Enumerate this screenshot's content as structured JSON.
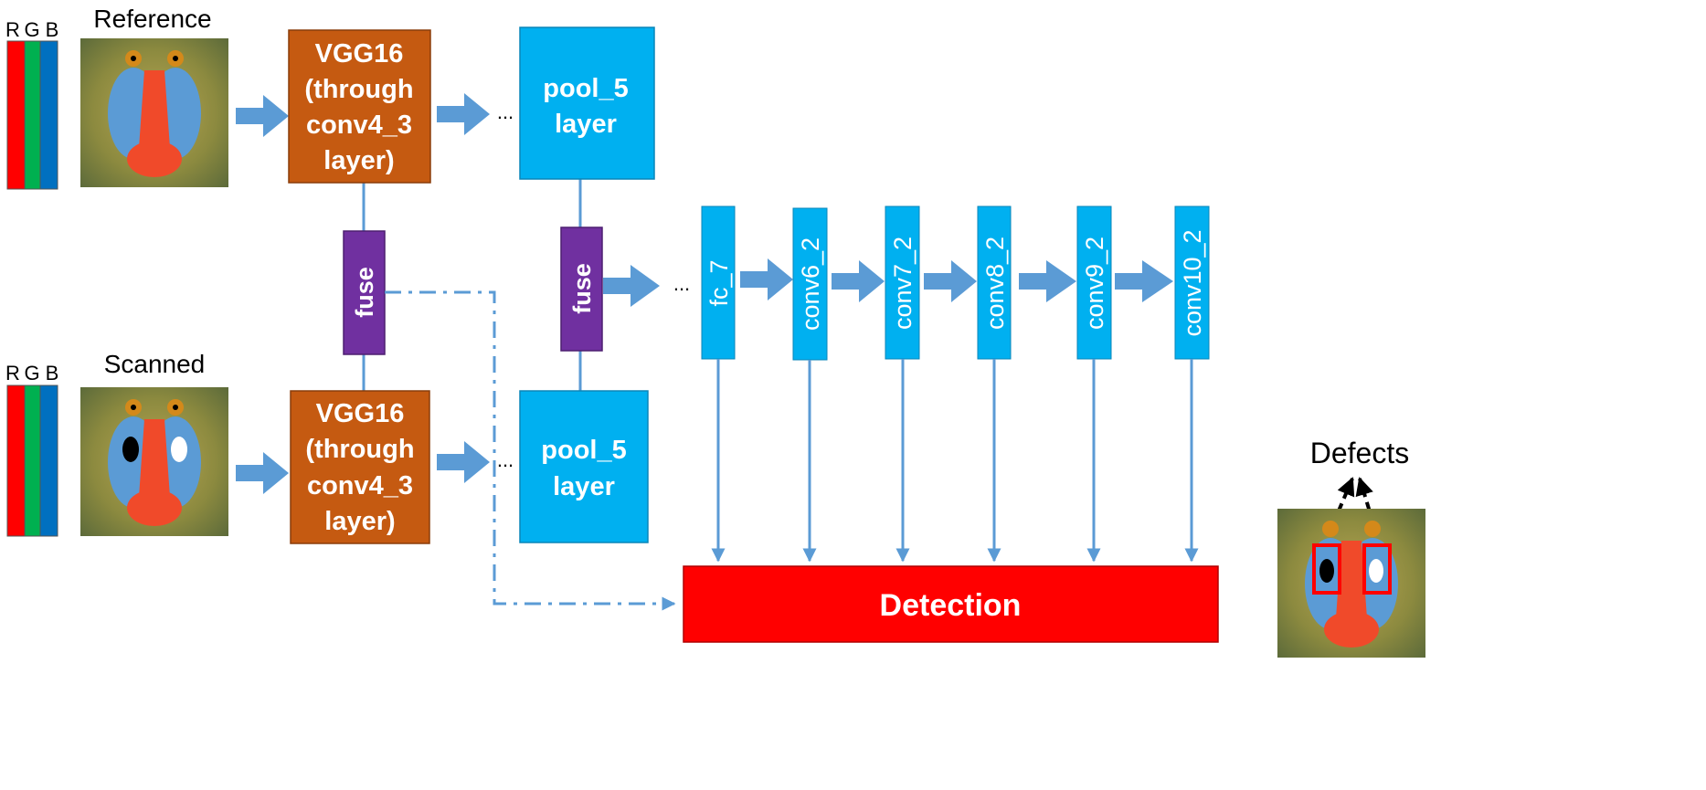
{
  "colors": {
    "vgg": "#c55a11",
    "pool": "#00b0f0",
    "fuse": "#7030a0",
    "conv": "#00b0f0",
    "detection": "#ff0000",
    "arrow": "#5b9bd5",
    "channel_r": "#ff0000",
    "channel_g": "#00b050",
    "channel_b": "#0070c0",
    "defect_box": "#ff0000"
  },
  "reference": {
    "title": "Reference",
    "channels": [
      "R",
      "G",
      "B"
    ]
  },
  "scanned": {
    "title": "Scanned",
    "channels": [
      "R",
      "G",
      "B"
    ]
  },
  "vgg_top": {
    "lines": [
      "VGG16",
      "(through",
      "conv4_3",
      "layer)"
    ]
  },
  "vgg_bottom": {
    "lines": [
      "VGG16",
      "(through",
      "conv4_3",
      "layer)"
    ]
  },
  "pool_top": {
    "lines": [
      "pool_5",
      "layer"
    ]
  },
  "pool_bottom": {
    "lines": [
      "pool_5",
      "layer"
    ]
  },
  "fuse_left": {
    "label": "fuse"
  },
  "fuse_right": {
    "label": "fuse"
  },
  "ellipsis": "...",
  "layers": [
    "fc_7",
    "conv6_2",
    "conv7_2",
    "conv8_2",
    "conv9_2",
    "conv10_2"
  ],
  "detection": {
    "label": "Detection"
  },
  "output": {
    "label": "Defects"
  },
  "icons": [
    "baboon-image-icon",
    "arrow-icon",
    "defect-box-icon"
  ]
}
